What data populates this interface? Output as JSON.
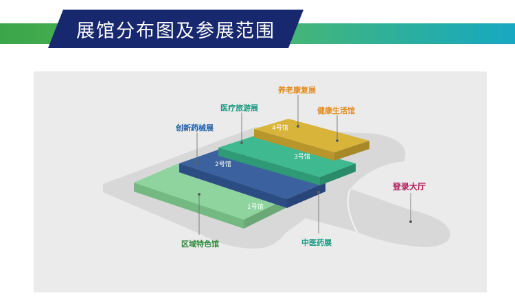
{
  "header": {
    "title": "展馆分布图及参展范围"
  },
  "halls": [
    {
      "id": "1",
      "name": "1号馆",
      "color": "#8fd39e"
    },
    {
      "id": "2",
      "name": "2号馆",
      "color": "#3b619f"
    },
    {
      "id": "3",
      "name": "3号馆",
      "color": "#3fb98f"
    },
    {
      "id": "4",
      "name": "4号馆",
      "color": "#d9b43a"
    }
  ],
  "zones": {
    "regional": {
      "label": "区域特色馆",
      "color": "#2e8b3a"
    },
    "innovative": {
      "label": "创新药械展",
      "color": "#1f5fa8"
    },
    "medtour": {
      "label": "医疗旅游展",
      "color": "#1a9a82"
    },
    "elderly": {
      "label": "养老康复展",
      "color": "#e38b1e"
    },
    "health": {
      "label": "健康生活馆",
      "color": "#e38b1e"
    },
    "tcm": {
      "label": "中医药展",
      "color": "#1a9a82"
    },
    "lobby": {
      "label": "登录大厅",
      "color": "#b31d5a"
    }
  }
}
